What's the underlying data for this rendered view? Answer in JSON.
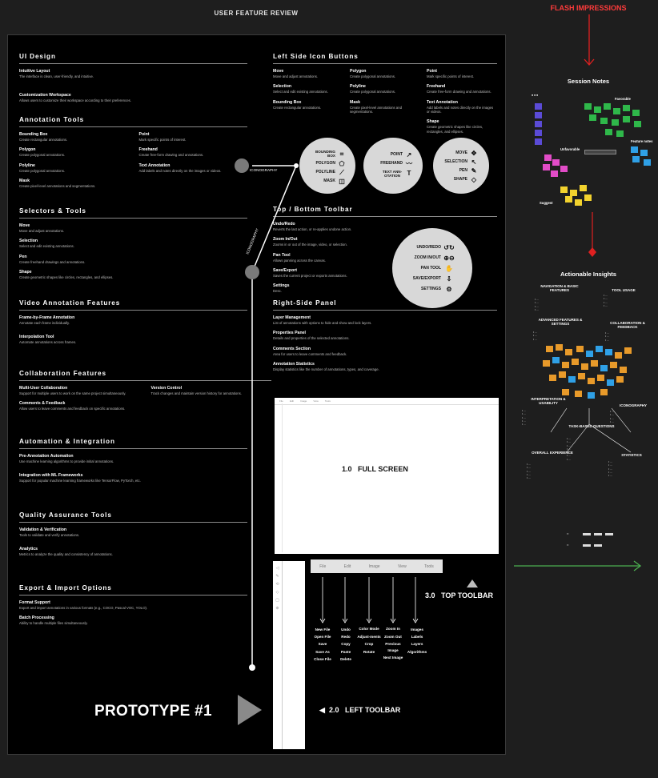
{
  "header": {
    "title": "USER FEATURE REVIEW",
    "flash": "FLASH IMPRESSIONS"
  },
  "ui_design": {
    "title": "UI Design",
    "items": [
      {
        "h": "Intuitive Layout",
        "d": "The interface is clean, user-friendly, and intuitive."
      },
      {
        "h": "Customization Workspace",
        "d": "Allows users to customize their workspace according to their preferences."
      }
    ]
  },
  "annotation_tools": {
    "title": "Annotation Tools",
    "left": [
      {
        "h": "Bounding Box",
        "d": "Create rectangular annotations."
      },
      {
        "h": "Polygon",
        "d": "Create polygonal annotations."
      },
      {
        "h": "Polyline",
        "d": "Create polygonal annotations."
      },
      {
        "h": "Mask",
        "d": "Create pixel-level annotations and segmentations."
      }
    ],
    "right": [
      {
        "h": "Point",
        "d": "Mark specific points of interest."
      },
      {
        "h": "Freehand",
        "d": "Create free-form drawing and annotations."
      },
      {
        "h": "Text Annotation",
        "d": "Add labels and notes directly on the images or videos."
      }
    ]
  },
  "selectors": {
    "title": "Selectors & Tools",
    "items": [
      {
        "h": "Move",
        "d": "Move and adjust annotations."
      },
      {
        "h": "Selection",
        "d": "Select and edit existing annotations."
      },
      {
        "h": "Pen",
        "d": "Create freehand drawings and annotations."
      },
      {
        "h": "Shape",
        "d": "Create geometric shapes like circles, rectangles, and ellipses."
      }
    ]
  },
  "video": {
    "title": "Video Annotation Features",
    "items": [
      {
        "h": "Frame-by-Frame Annotation",
        "d": "Annotate each frame individually."
      },
      {
        "h": "Interpolation Tool",
        "d": "Automate annotations across frames."
      }
    ]
  },
  "collab": {
    "title": "Collaboration Features",
    "left": [
      {
        "h": "Multi-User Collaboration",
        "d": "Support for multiple users to work on the same project simultaneously."
      },
      {
        "h": "Comments & Feedback",
        "d": "Allow users to leave comments and feedback on specific annotations."
      }
    ],
    "right": [
      {
        "h": "Version Control",
        "d": "Track changes and maintain version history for annotations."
      }
    ]
  },
  "automation": {
    "title": "Automation & Integration",
    "items": [
      {
        "h": "Pre-Annotation Automation",
        "d": "Use machine learning algorithms to provide initial annotations."
      },
      {
        "h": "Integration with ML Frameworks",
        "d": "Support for popular machine learning frameworks like TensorFlow, PyTorch, etc."
      }
    ]
  },
  "quality": {
    "title": "Quality Assurance Tools",
    "items": [
      {
        "h": "Validation & Verification",
        "d": "Tools to validate and verify annotations."
      },
      {
        "h": "Analytics",
        "d": "Metrics to analyze the quality and consistency of annotations."
      }
    ]
  },
  "export": {
    "title": "Export & Import Options",
    "items": [
      {
        "h": "Format Support",
        "d": "Export and import annotations in various formats (e.g., COCO, Pascal VOC, YOLO)."
      },
      {
        "h": "Batch Processing",
        "d": "Ability to handle multiple files simultaneously."
      }
    ]
  },
  "left_icons": {
    "title": "Left Side Icon Buttons",
    "c1": [
      {
        "h": "Move",
        "d": "Move and adjust annotations."
      },
      {
        "h": "Selection",
        "d": "Select and edit existing annotations."
      },
      {
        "h": "Bounding Box",
        "d": "Create rectangular annotations."
      }
    ],
    "c2": [
      {
        "h": "Polygon",
        "d": "Create polygonal annotations."
      },
      {
        "h": "Polyline",
        "d": "Create polygonal annotations."
      },
      {
        "h": "Mask",
        "d": "Create pixel-level annotations and segmentations."
      }
    ],
    "c3": [
      {
        "h": "Point",
        "d": "Mark specific points of interest."
      },
      {
        "h": "Freehand",
        "d": "Create free-form drawing and annotations."
      },
      {
        "h": "Text Annotation",
        "d": "Add labels and notes directly on the images or videos."
      },
      {
        "h": "Shape",
        "d": "Create geometric shapes like circles, rectangles, and ellipses."
      }
    ]
  },
  "toolbar": {
    "title": "Top / Bottom Toolbar",
    "items": [
      {
        "h": "Undo/Redo",
        "d": "Reverts the last action, or re-applies undone action."
      },
      {
        "h": "Zoom In/Out",
        "d": "Zooms in or out of the image, video, or selection."
      },
      {
        "h": "Pan Tool",
        "d": "Allows panning across the canvas."
      },
      {
        "h": "Save/Export",
        "d": "Saves the current project or exports annotations."
      },
      {
        "h": "Settings",
        "d": "Desc."
      }
    ]
  },
  "right_panel": {
    "title": "Right-Side Panel",
    "items": [
      {
        "h": "Layer Management",
        "d": "List of annotations with options to hide and show and lock layers."
      },
      {
        "h": "Properties Panel",
        "d": "Details and properties of the selected annotations."
      },
      {
        "h": "Comments Section",
        "d": "Area for users to leave comments and feedback."
      },
      {
        "h": "Annotation Statistics",
        "d": "Display statistics like the number of annotations, types, and coverage."
      }
    ]
  },
  "iconography_label": "ICONOGRAPHY",
  "circles": {
    "a": [
      {
        "t": "BOUNDING BOX",
        "i": "⌗"
      },
      {
        "t": "POLYGON",
        "i": "⬠"
      },
      {
        "t": "POLYLINE",
        "i": "⟋"
      },
      {
        "t": "MASK",
        "i": "◫"
      }
    ],
    "b": [
      {
        "t": "POINT",
        "i": "↗"
      },
      {
        "t": "FREEHAND",
        "i": "〰"
      },
      {
        "t": "TEXT ANN-OTATION",
        "i": "T"
      }
    ],
    "c": [
      {
        "t": "MOVE",
        "i": "✥"
      },
      {
        "t": "SELECTION",
        "i": "↖"
      },
      {
        "t": "PEN",
        "i": "✎"
      },
      {
        "t": "SHAPE",
        "i": "◇"
      }
    ],
    "d": [
      {
        "t": "UNDO/REDO",
        "i": "↺↻"
      },
      {
        "t": "ZOOM IN/OUT",
        "i": "⊕⊖"
      },
      {
        "t": "PAN TOOL",
        "i": "✋"
      },
      {
        "t": "SAVE/EXPORT",
        "i": "⇩"
      },
      {
        "t": "SETTINGS",
        "i": "⚙"
      }
    ]
  },
  "fullscreen": {
    "num": "1.0",
    "label": "FULL SCREEN",
    "menu": [
      "File",
      "Edit",
      "Image",
      "View",
      "Tools"
    ]
  },
  "top_toolbar": {
    "num": "3.0",
    "label": "TOP TOOLBAR",
    "menu": [
      "File",
      "Edit",
      "Image",
      "View",
      "Tools"
    ],
    "cols": [
      [
        "New File",
        "Open File",
        "Save",
        "Save As",
        "Close File"
      ],
      [
        "Undo",
        "Redo",
        "Copy",
        "Paste",
        "Delete"
      ],
      [
        "Color Mode",
        "Adjust-ments",
        "Crop",
        "Rotate"
      ],
      [
        "Zoom In",
        "Zoom Out",
        "Previous Image",
        "Next Image"
      ],
      [
        "Images",
        "Labels",
        "Layers",
        "Algorithms"
      ]
    ]
  },
  "left_toolbar": {
    "num": "2.0",
    "label": "LEFT TOOLBAR"
  },
  "prototype": "PROTOTYPE #1",
  "session": {
    "title": "Session Notes",
    "favorable": "Favorable",
    "unfavorable": "Unfavorable",
    "feature_notes": "Feature notes",
    "suggest": "Suggest"
  },
  "insights": {
    "title": "Actionable Insights",
    "groups": [
      {
        "h": "NAVIGATION & BASIC FEATURES"
      },
      {
        "h": "TOOL USAGE"
      },
      {
        "h": "ADVANCED FEATURES & SETTINGS"
      },
      {
        "h": "COLLABORATION & FEEDBACK"
      },
      {
        "h": "INTERPRETATION & USABILITY"
      },
      {
        "h": "ICONOGRAPHY"
      },
      {
        "h": "TASK-BASED QUESTIONS"
      },
      {
        "h": "OVERALL EXPERIENCE"
      },
      {
        "h": "STATISTICS"
      }
    ]
  },
  "colors": {
    "accent_red": "#e02020",
    "accent_green": "#4caf50",
    "board": "#000000"
  }
}
